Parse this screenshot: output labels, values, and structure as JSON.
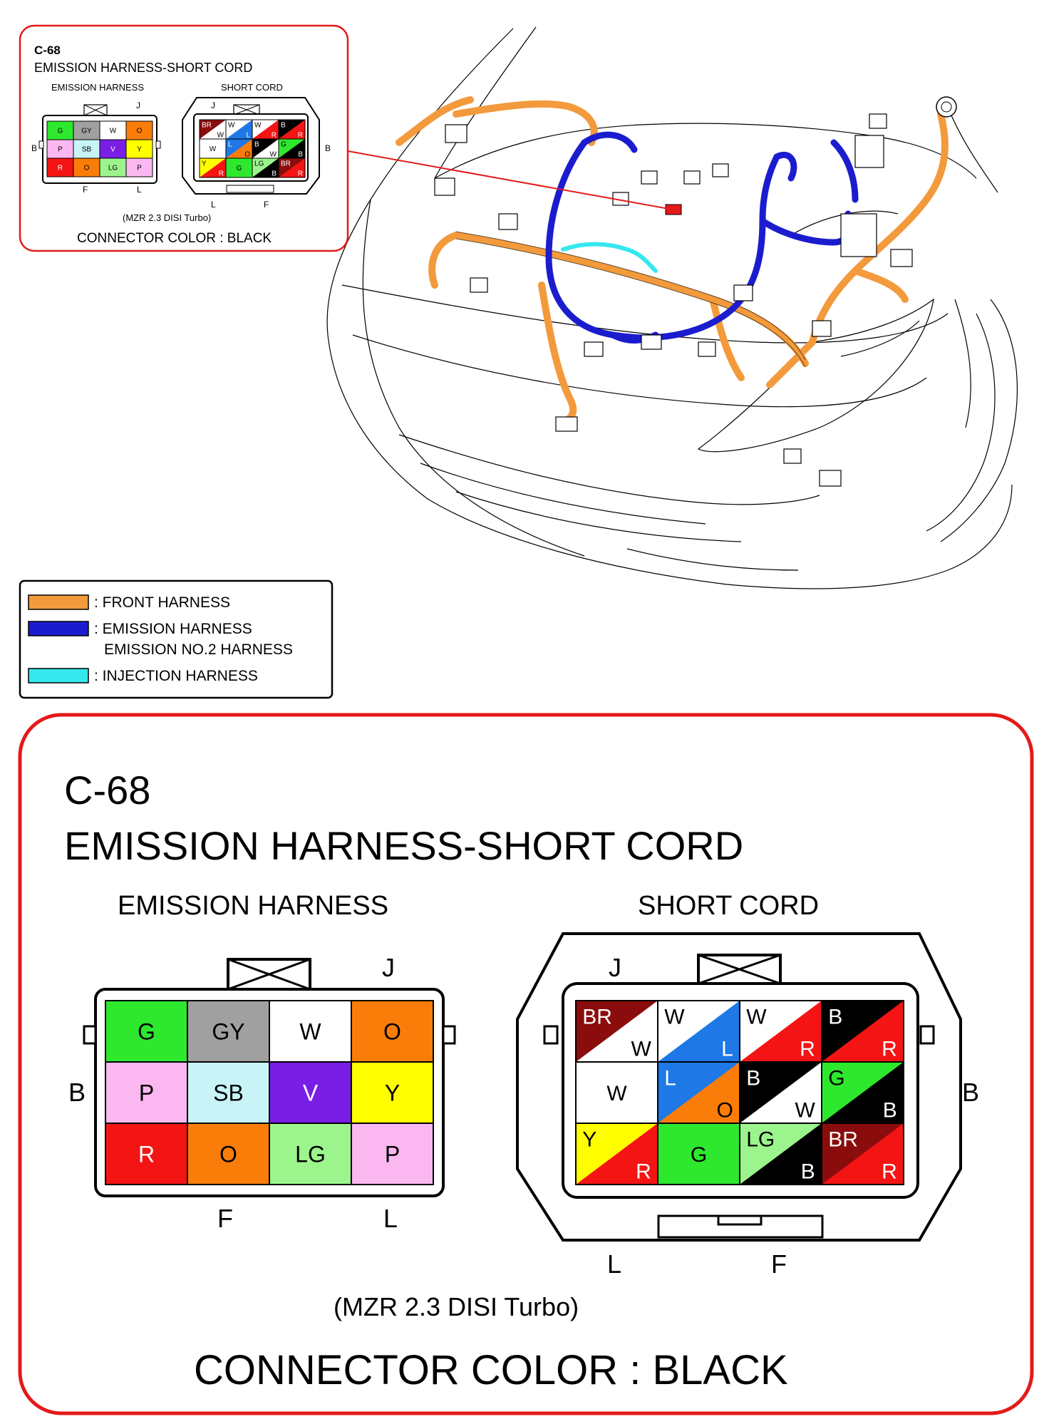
{
  "small_callout": {
    "code": "C-68",
    "title": "EMISSION HARNESS-SHORT CORD",
    "left_label": "EMISSION HARNESS",
    "right_label": "SHORT CORD",
    "variant": "(MZR 2.3 DISI Turbo)",
    "connector_color": "CONNECTOR COLOR : BLACK"
  },
  "legend": {
    "items": [
      {
        "color": "#f39a3c",
        "label": ": FRONT HARNESS"
      },
      {
        "color": "#1c1ccf",
        "label": ": EMISSION HARNESS",
        "label2": "EMISSION NO.2 HARNESS"
      },
      {
        "color": "#35e8ee",
        "label": ": INJECTION HARNESS"
      }
    ]
  },
  "detail": {
    "code": "C-68",
    "title": "EMISSION HARNESS-SHORT CORD",
    "variant": "(MZR 2.3 DISI Turbo)",
    "connector_color": "CONNECTOR COLOR : BLACK",
    "emission_harness": {
      "label": "EMISSION HARNESS",
      "pin_labels": {
        "top": "J",
        "side": "B",
        "bottom_left": "F",
        "bottom_right": "L"
      },
      "pins": [
        [
          {
            "code": "G",
            "color": "#2ee82e"
          },
          {
            "code": "GY",
            "color": "#a0a0a0"
          },
          {
            "code": "W",
            "color": "#ffffff"
          },
          {
            "code": "O",
            "color": "#fa7d0a"
          }
        ],
        [
          {
            "code": "P",
            "color": "#fbb8f0"
          },
          {
            "code": "SB",
            "color": "#c8f4f8"
          },
          {
            "code": "V",
            "color": "#7a1ee6"
          },
          {
            "code": "Y",
            "color": "#ffff00"
          }
        ],
        [
          {
            "code": "R",
            "color": "#f41414"
          },
          {
            "code": "O",
            "color": "#fa7d0a"
          },
          {
            "code": "LG",
            "color": "#9cf58c"
          },
          {
            "code": "P",
            "color": "#fbb8f0"
          }
        ]
      ]
    },
    "short_cord": {
      "label": "SHORT CORD",
      "pin_labels": {
        "top": "J",
        "side": "B",
        "bottom_left": "L",
        "bottom_right": "F"
      },
      "pins": [
        [
          {
            "code": "BR",
            "color": "#8b0c0c",
            "code2": "W",
            "color2": "#ffffff"
          },
          {
            "code": "W",
            "color": "#ffffff",
            "code2": "L",
            "color2": "#1e78e6"
          },
          {
            "code": "W",
            "color": "#ffffff",
            "code2": "R",
            "color2": "#f41414"
          },
          {
            "code": "B",
            "color": "#000000",
            "code2": "R",
            "color2": "#f41414"
          }
        ],
        [
          {
            "code": "W",
            "color": "#ffffff"
          },
          {
            "code": "L",
            "color": "#1e78e6",
            "code2": "O",
            "color2": "#fa7d0a"
          },
          {
            "code": "B",
            "color": "#000000",
            "code2": "W",
            "color2": "#ffffff"
          },
          {
            "code": "G",
            "color": "#2ee82e",
            "code2": "B",
            "color2": "#000000"
          }
        ],
        [
          {
            "code": "Y",
            "color": "#ffff00",
            "code2": "R",
            "color2": "#f41414"
          },
          {
            "code": "G",
            "color": "#2ee82e"
          },
          {
            "code": "LG",
            "color": "#9cf58c",
            "code2": "B",
            "color2": "#000000"
          },
          {
            "code": "BR",
            "color": "#8b0c0c",
            "code2": "R",
            "color2": "#f41414"
          }
        ]
      ]
    }
  },
  "colors": {
    "frame": "#e41a1a",
    "pointer": "#e41a1a"
  }
}
